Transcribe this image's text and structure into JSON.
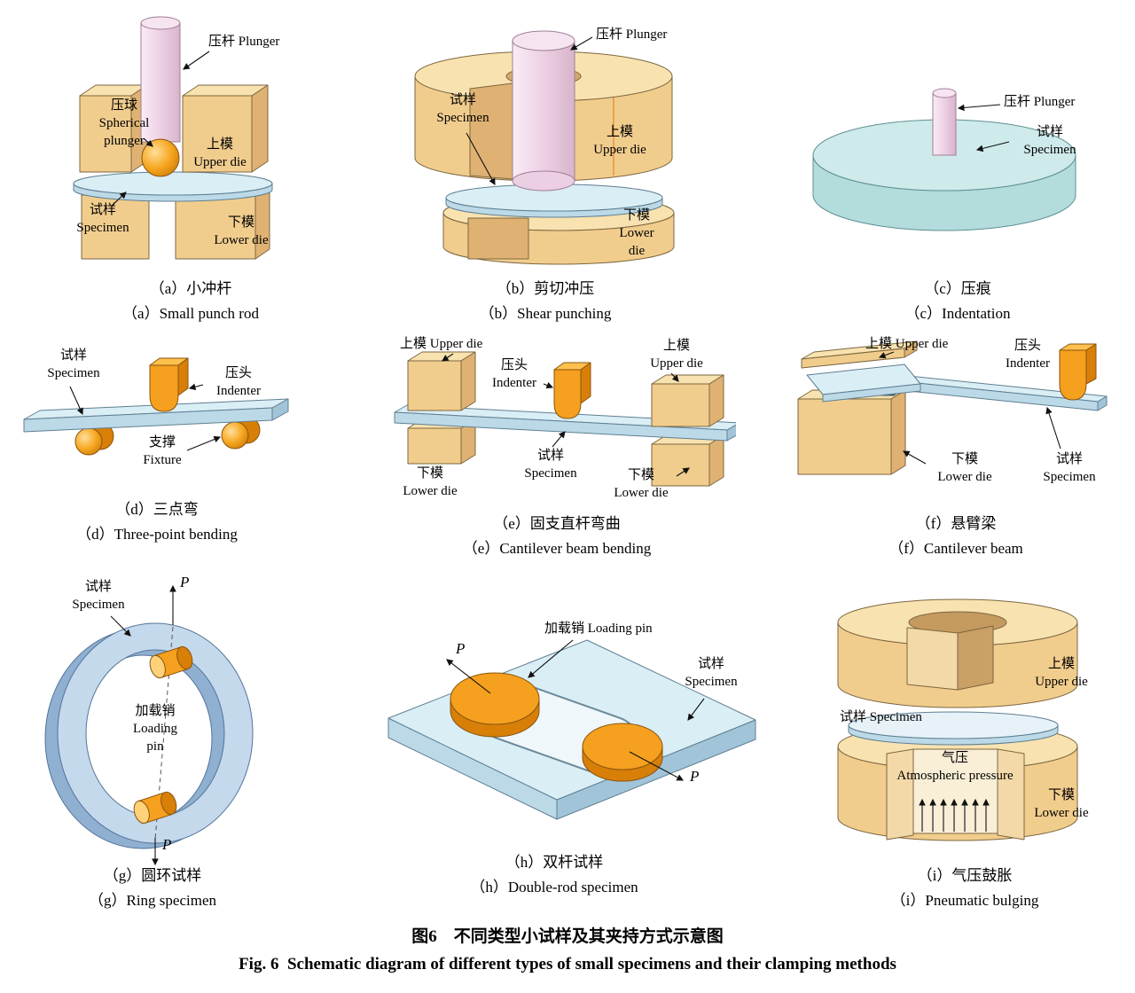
{
  "figure": {
    "caption_zh": "图6　不同类型小试样及其夹持方式示意图",
    "caption_en": "Fig. 6  Schematic diagram of different types of small specimens and their clamping methods"
  },
  "palette": {
    "tanT": "#f8e2b0",
    "tanF": "#f1cd8d",
    "tanS": "#dfb273",
    "orT": "#ffc14d",
    "orF": "#f5a01e",
    "orS": "#d87f08",
    "pkT": "#f7e4f1",
    "pkF": "#eccfe2",
    "blT": "#daeef6",
    "blF": "#bcd9e8",
    "blS": "#a2c4d8",
    "cyT": "#cfeaea",
    "cyF": "#b3dcdc",
    "ringF": "#c5d9ec",
    "ringS": "#8fb0d0",
    "ink": "#000000"
  },
  "panels": {
    "a": {
      "caption_zh": "（a）小冲杆",
      "caption_en": "（a）Small punch rod",
      "labels": {
        "plunger": "压杆 Plunger",
        "spherical_plunger": "压球\nSpherical\nplunger",
        "upper_die": "上模\nUpper die",
        "specimen": "试样\nSpecimen",
        "lower_die": "下模\nLower die"
      }
    },
    "b": {
      "caption_zh": "（b）剪切冲压",
      "caption_en": "（b）Shear punching",
      "labels": {
        "plunger": "压杆 Plunger",
        "specimen": "试样\nSpecimen",
        "upper_die": "上模\nUpper die",
        "lower_die": "下模\nLower\ndie"
      }
    },
    "c": {
      "caption_zh": "（c）压痕",
      "caption_en": "（c）Indentation",
      "labels": {
        "plunger": "压杆 Plunger",
        "specimen": "试样\nSpecimen"
      }
    },
    "d": {
      "caption_zh": "（d）三点弯",
      "caption_en": "（d）Three-point bending",
      "labels": {
        "specimen": "试样\nSpecimen",
        "indenter": "压头\nIndenter",
        "fixture": "支撑\nFixture"
      }
    },
    "e": {
      "caption_zh": "（e）固支直杆弯曲",
      "caption_en": "（e）Cantilever beam bending",
      "labels": {
        "upper_die_left": "上模 Upper die",
        "indenter": "压头\nIndenter",
        "upper_die_right": "上模\nUpper die",
        "lower_die_left": "下模\nLower die",
        "specimen": "试样\nSpecimen",
        "lower_die_right": "下模\nLower die"
      }
    },
    "f": {
      "caption_zh": "（f）悬臂梁",
      "caption_en": "（f）Cantilever beam",
      "labels": {
        "upper_die": "上模 Upper die",
        "indenter": "压头\nIndenter",
        "lower_die": "下模\nLower die",
        "specimen": "试样\nSpecimen"
      }
    },
    "g": {
      "caption_zh": "（g）圆环试样",
      "caption_en": "（g）Ring specimen",
      "labels": {
        "specimen": "试样\nSpecimen",
        "loading_pin": "加载销\nLoading\npin",
        "p_top": "P",
        "p_bottom": "P"
      }
    },
    "h": {
      "caption_zh": "（h）双杆试样",
      "caption_en": "（h）Double-rod specimen",
      "labels": {
        "loading_pin": "加载销 Loading pin",
        "specimen": "试样\nSpecimen",
        "p_left": "P",
        "p_right": "P"
      }
    },
    "i": {
      "caption_zh": "（i）气压鼓胀",
      "caption_en": "（i）Pneumatic bulging",
      "labels": {
        "upper_die": "上模\nUpper die",
        "specimen": "试样 Specimen",
        "pressure": "气压\nAtmospheric pressure",
        "lower_die": "下模\nLower die"
      }
    }
  }
}
